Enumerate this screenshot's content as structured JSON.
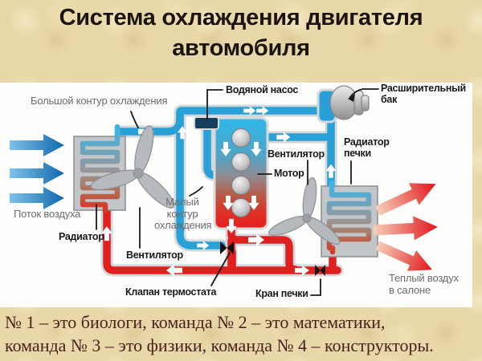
{
  "slide": {
    "title": "Система охлаждения двигателя автомобиля",
    "footer_lines": [
      "№ 1 – это биологи, команда № 2 – это математики,",
      "команда № 3 – это физики, команда № 4 – конструкторы."
    ]
  },
  "diagram": {
    "labels": {
      "big_circuit": "Большой контур охлаждения",
      "water_pump": "Водяной насос",
      "expansion_tank": "Расширительный бак",
      "heater_radiator": "Радиатор печки",
      "fan_center": "Вентилятор",
      "motor": "Мотор",
      "small_circuit": "Малый контур охлаждения",
      "air_flow": "Поток воздуха",
      "radiator": "Радиатор",
      "fan_left": "Вентилятор",
      "thermostat_valve": "Клапан термостата",
      "heater_tap": "Кран печки",
      "warm_air": "Теплый воздух в салоне"
    },
    "colors": {
      "coolant_cold": "#28a0d8",
      "coolant_hot": "#e0201f",
      "panel": "#fdfdfc",
      "background": "#e8d7a8",
      "label_dark": "#1a191b",
      "label_gray": "#6b6c6e"
    }
  }
}
